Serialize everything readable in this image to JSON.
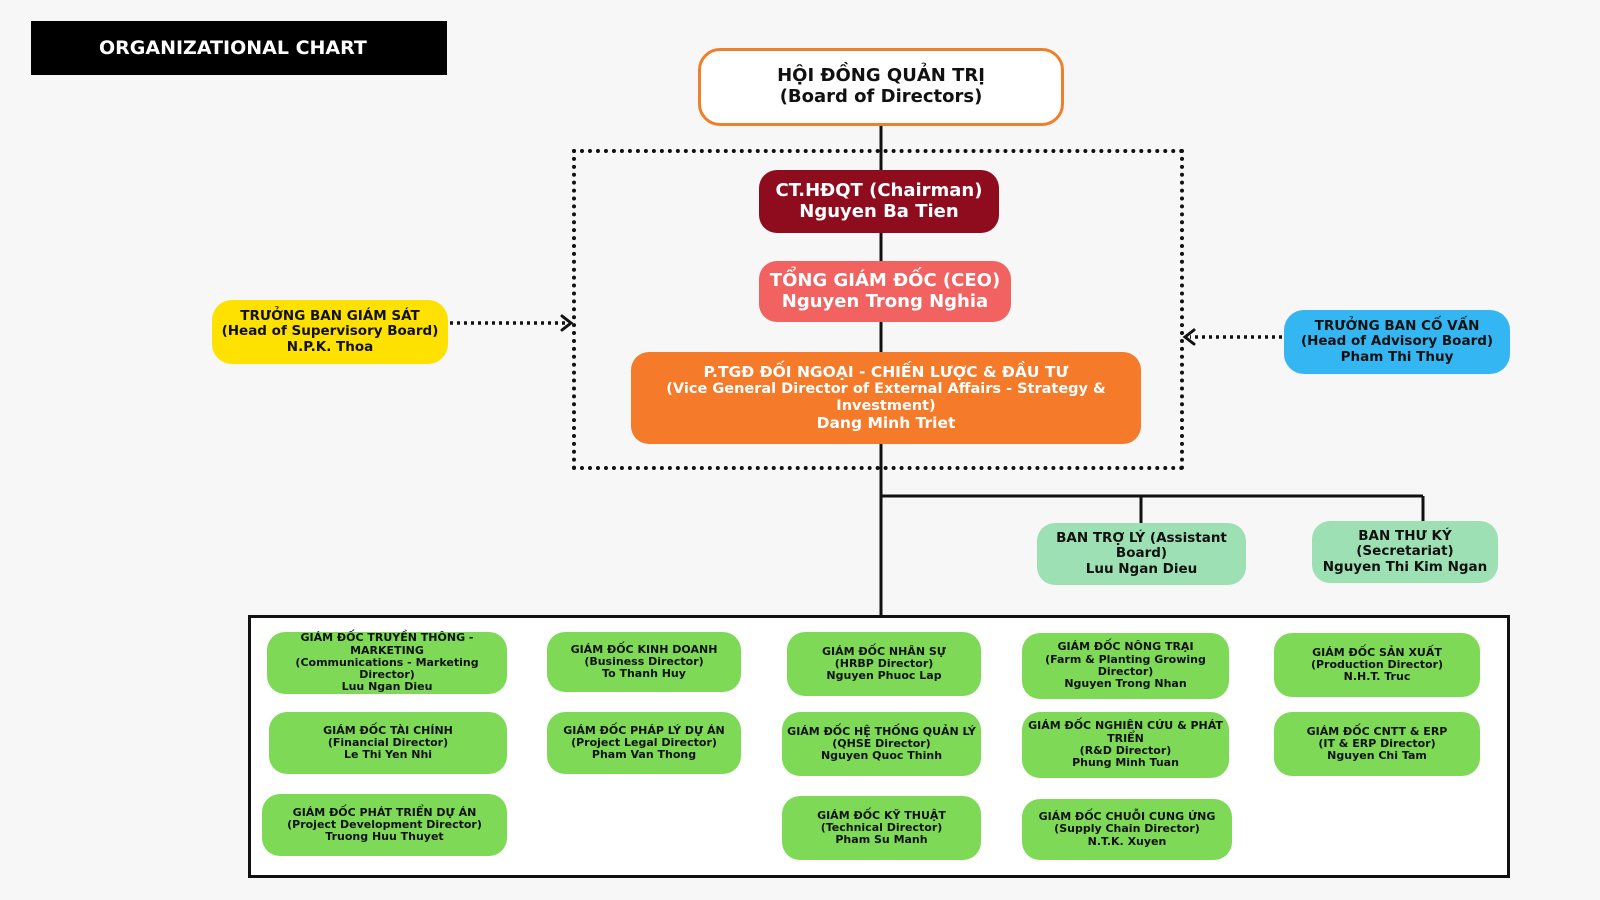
{
  "header": {
    "title": "ORGANIZATIONAL CHART"
  },
  "board": {
    "line1": "HỘI ĐỒNG QUẢN TRỊ",
    "line2": "(Board of Directors)"
  },
  "chairman": {
    "role": "CT.HĐQT (Chairman)",
    "name": "Nguyen Ba Tien"
  },
  "ceo": {
    "role": "TỔNG GIÁM ĐỐC (CEO)",
    "name": "Nguyen Trong Nghia"
  },
  "vice": {
    "role": "P.TGĐ ĐỐI NGOẠI - CHIẾN LƯỢC & ĐẦU TƯ",
    "title_en": "(Vice General Director of External Affairs - Strategy & Investment)",
    "name": "Dang Minh Triet"
  },
  "supervisory": {
    "role": "TRƯỞNG BAN GIÁM SÁT",
    "title_en": "(Head of Supervisory Board)",
    "name": "N.P.K. Thoa"
  },
  "advisory": {
    "role": "TRƯỞNG BAN CỐ VẤN",
    "title_en": "(Head of Advisory Board)",
    "name": "Pham Thi Thuy"
  },
  "assistant": {
    "role": "BAN TRỢ LÝ (Assistant Board)",
    "name": "Luu Ngan Dieu"
  },
  "secretariat": {
    "role": "BAN THƯ KÝ",
    "title_en": "(Secretariat)",
    "name": "Nguyen Thi Kim Ngan"
  },
  "departments": [
    {
      "role": "GIÁM ĐỐC TRUYỀN THÔNG - MARKETING",
      "title_en": "(Communications - Marketing Director)",
      "name": "Luu Ngan Dieu"
    },
    {
      "role": "GIÁM ĐỐC KINH DOANH",
      "title_en": "(Business Director)",
      "name": "To Thanh Huy"
    },
    {
      "role": "GIÁM ĐỐC NHÂN SỰ",
      "title_en": "(HRBP Director)",
      "name": "Nguyen Phuoc Lap"
    },
    {
      "role": "GIÁM ĐỐC NÔNG TRẠI",
      "title_en": "(Farm & Planting Growing Director)",
      "name": "Nguyen Trong Nhan"
    },
    {
      "role": "GIÁM ĐỐC SẢN XUẤT",
      "title_en": "(Production Director)",
      "name": "N.H.T. Truc"
    },
    {
      "role": "GIÁM ĐỐC TÀI CHÍNH",
      "title_en": "(Financial Director)",
      "name": "Le Thi Yen Nhi"
    },
    {
      "role": "GIÁM ĐỐC PHÁP LÝ DỰ ÁN",
      "title_en": "(Project Legal Director)",
      "name": "Pham Van Thong"
    },
    {
      "role": "GIÁM ĐỐC HỆ THỐNG QUẢN LÝ",
      "title_en": "(QHSE Director)",
      "name": "Nguyen Quoc Thinh"
    },
    {
      "role": "GIÁM ĐỐC NGHIÊN CỨU & PHÁT TRIỂN",
      "title_en": "(R&D Director)",
      "name": "Phung Minh Tuan"
    },
    {
      "role": "GIÁM ĐỐC CNTT & ERP",
      "title_en": "(IT & ERP Director)",
      "name": "Nguyen Chi Tam"
    },
    {
      "role": "GIÁM ĐỐC PHÁT TRIỂN DỰ ÁN",
      "title_en": "(Project Development Director)",
      "name": "Truong Huu Thuyet"
    },
    {
      "role": "GIÁM ĐỐC KỸ THUẬT",
      "title_en": "(Technical Director)",
      "name": "Pham Su Manh"
    },
    {
      "role": "GIÁM ĐỐC CHUỖI CUNG ỨNG",
      "title_en": "(Supply Chain Director)",
      "name": "N.T.K. Xuyen"
    }
  ]
}
